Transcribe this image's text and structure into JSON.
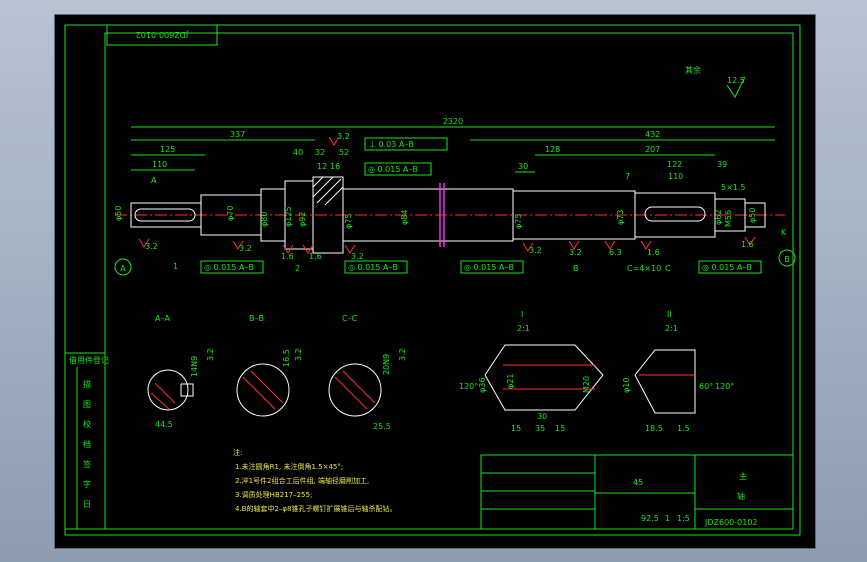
{
  "drawing_number": "JDZ600-0102",
  "drawing_number_mirrored": "JDZ600-0102",
  "surface_finish": {
    "label": "其余",
    "value": "12.5"
  },
  "dims_top": {
    "overall": "2320",
    "d337": "337",
    "d432": "432",
    "d125": "125",
    "d110": "110",
    "d40": "40",
    "d32": "32",
    "d52": "52",
    "d12": "12",
    "d16": "16",
    "d30": "30",
    "d128": "128",
    "d207": "207",
    "d122": "122",
    "d7": "7",
    "d110b": "110",
    "d39": "39",
    "d5x15": "5×1.5"
  },
  "tolerance_frames": {
    "top": "⊥ 0.03 A–B",
    "mid": "◎ 0.015 A–B",
    "bottom": [
      "◎ 0.015 A–B",
      "◎ 0.015 A–B",
      "◎ 0.015 A–B",
      "◎ 0.015 A–B"
    ]
  },
  "diameters": [
    "φ50",
    "φ70",
    "φ80",
    "φ125",
    "φ92",
    "φ75",
    "φ84",
    "φ75",
    "φ73",
    "φ62",
    "M56",
    "φ50"
  ],
  "roughness_values": [
    "3.2",
    "3.2",
    "1.6",
    "3.2",
    "1.6",
    "3.2",
    "3.2",
    "6.3",
    "1.6",
    "1.6",
    "3.2"
  ],
  "datums": [
    "A",
    "B"
  ],
  "labels": {
    "one": "1",
    "two": "2",
    "a": "A",
    "b": "B",
    "c": "C",
    "k": "K",
    "cdim": "C=4×10"
  },
  "sections": [
    {
      "title": "A–A",
      "dim_bottom": "44.5",
      "dim_side": "14N9",
      "roughness": "3.2"
    },
    {
      "title": "B–B",
      "dim_side": "16.5",
      "roughness": "3.2"
    },
    {
      "title": "C–C",
      "dim_bottom": "25.5",
      "dim_side": "20N9",
      "roughness": "3.2"
    }
  ],
  "details": [
    {
      "title": "I",
      "scale": "2:1",
      "dims": [
        "120°",
        "φ36",
        "φ21",
        "M20",
        "30",
        "35",
        "15",
        "15"
      ]
    },
    {
      "title": "II",
      "scale": "2:1",
      "dims": [
        "φ10",
        "60°",
        "120°",
        "18.5",
        "1.5"
      ]
    }
  ],
  "notes": {
    "heading": "注:",
    "lines": [
      "1.未注圆角R1, 未注倒角1.5×45°;",
      "2.淬1号件2组合工后件组, 端轴径磨削加工,",
      "3.调质处理HB217–255;",
      "4.B的轴套中2–φ8锥孔子螺钉扩展锥后与轴杀配钻。"
    ]
  },
  "left_strip": {
    "title": "借用件登记",
    "rows": [
      "描",
      "图",
      "校",
      "档",
      "签",
      "字",
      "日"
    ]
  },
  "title_block": {
    "material": "45",
    "part_name_top": "主",
    "part_name": "轴",
    "drawing_no": "JDZ600-0102",
    "scale_vals": [
      "92.5",
      "1",
      "1:5"
    ]
  },
  "colors": {
    "line": "#19e619",
    "white": "#ffffff",
    "red": "#ff3030",
    "magenta": "#ff30ff",
    "background": "#000000"
  }
}
